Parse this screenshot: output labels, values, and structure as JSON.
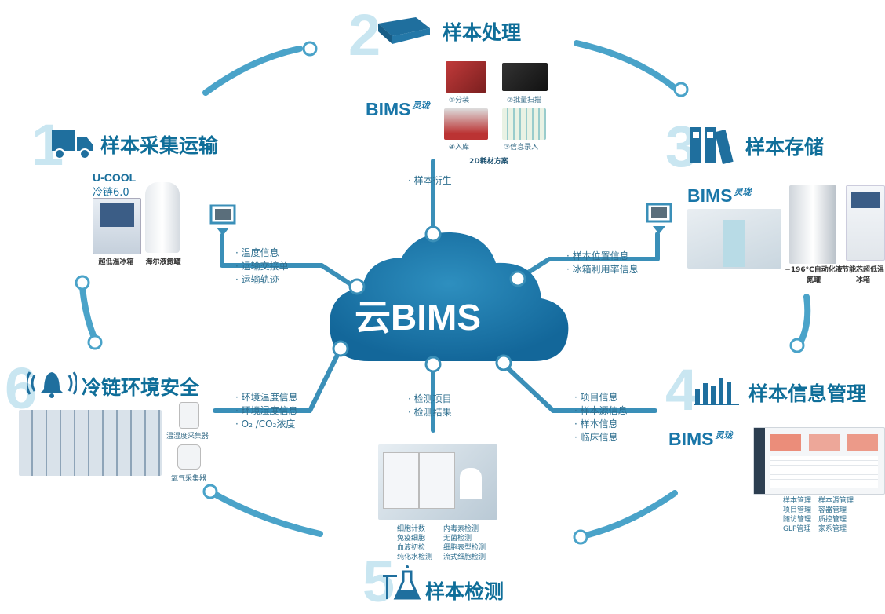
{
  "center": {
    "label": "云BIMS"
  },
  "brand": {
    "bims": "BIMS",
    "suffix": "灵珑"
  },
  "stages": [
    {
      "num": "1",
      "title": "样本采集运输",
      "icon": "truck-icon"
    },
    {
      "num": "2",
      "title": "样本处理",
      "icon": "tube-rack-icon"
    },
    {
      "num": "3",
      "title": "样本存储",
      "icon": "binders-icon"
    },
    {
      "num": "4",
      "title": "样本信息管理",
      "icon": "bar-chart-icon"
    },
    {
      "num": "5",
      "title": "样本检测",
      "icon": "flask-icon"
    },
    {
      "num": "6",
      "title": "冷链环境安全",
      "icon": "alarm-bell-icon"
    }
  ],
  "stage1": {
    "ucool_brand": "U-COOL",
    "ucool_sub": "冷链6.0",
    "product1": "超低温冰箱",
    "product2": "海尔液氮罐",
    "info": [
      "温度信息",
      "运输交接单",
      "运输轨迹"
    ]
  },
  "stage2": {
    "steps": [
      "①分装",
      "②批量扫描",
      "④入库",
      "③信息录入"
    ],
    "caption": "2D耗材方案",
    "info": [
      "样本衍生"
    ]
  },
  "stage3": {
    "product1": "−196°C自动化液氮罐",
    "product2": "节能芯超低温冰箱",
    "info": [
      "样本位置信息",
      "冰箱利用率信息"
    ]
  },
  "stage4": {
    "info": [
      "项目信息",
      "样本源信息",
      "样本信息",
      "临床信息"
    ],
    "modules": [
      "样本管理",
      "样本源管理",
      "项目管理",
      "容器管理",
      "随访管理",
      "质控管理",
      "GLP管理",
      "家系管理"
    ]
  },
  "stage5": {
    "info": [
      "检测项目",
      "检测结果"
    ],
    "tests": [
      "细胞计数",
      "内毒素检测",
      "免疫细胞",
      "无菌检测",
      "血液初检",
      "细胞表型检测",
      "纯化水检测",
      "流式细胞检测"
    ]
  },
  "stage6": {
    "info": [
      "环境温度信息",
      "环境湿度信息",
      "O₂ /CO₂浓度"
    ],
    "device1": "温湿度采集器",
    "device2": "氧气采集器"
  },
  "colors": {
    "primary": "#2b86ab",
    "light": "#c9e6f1",
    "cloud": "#1f78a4"
  }
}
